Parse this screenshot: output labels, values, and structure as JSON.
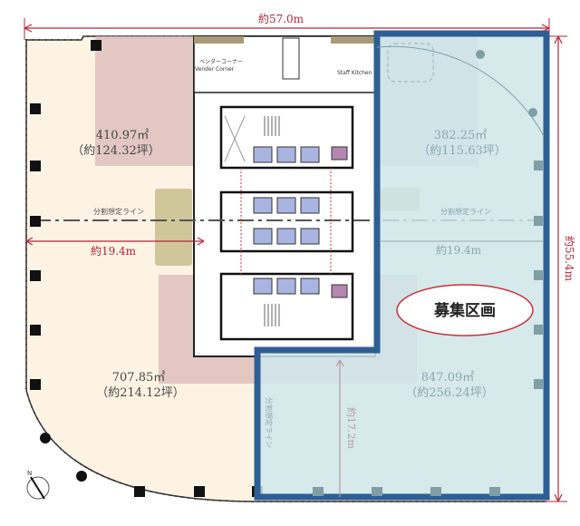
{
  "dimensions": {
    "width_total": "約57.0m",
    "height_total": "約55.4m",
    "left_width": "約19.4m",
    "right_width": "約19.4m",
    "lower_depth": "約17.2m"
  },
  "areas": {
    "top_left": {
      "sqm": "410.97㎡",
      "tsubo": "（約124.32坪）"
    },
    "top_right": {
      "sqm": "382.25㎡",
      "tsubo": "（約115.63坪）"
    },
    "bottom_left": {
      "sqm": "707.85㎡",
      "tsubo": "（約214.12坪）"
    },
    "bottom_right": {
      "sqm": "847.09㎡",
      "tsubo": "（約256.24坪）"
    }
  },
  "split_line_label": "分割想定ライン",
  "core_labels": {
    "vender_jp": "ベンダーコーナー",
    "vender_en": "Vender Corner",
    "kitchen": "Staff Kitchen"
  },
  "highlight": {
    "label": "募集区画",
    "outline_color": "#2e5f94",
    "fill_color": "#cfe6ec"
  },
  "colors": {
    "floor": "#fdf3e4",
    "zone_pink": "#d9b8b8",
    "zone_olive": "#cfc79a",
    "dimension": "#b3263a",
    "elevator": "#aab4e0"
  },
  "compass_icon": "north-arrow"
}
